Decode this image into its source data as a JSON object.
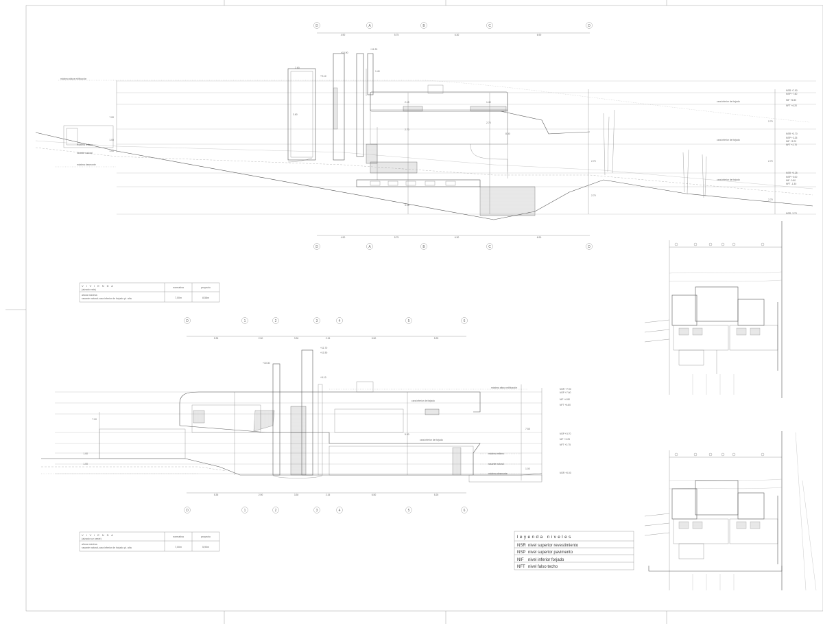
{
  "elevation1": {
    "top_axes": [
      "D",
      "A",
      "B",
      "C",
      "D"
    ],
    "top_dims": [
      "4.90",
      "5.75",
      "6.30",
      "6.90"
    ],
    "bottom_axes": [
      "D",
      "A",
      "B",
      "C",
      "D"
    ],
    "bottom_dims": [
      "4.90",
      "5.75",
      "6.30",
      "6.90"
    ],
    "label_max_height": "máxima altura edificación",
    "label_max_fill": "máxima relleno",
    "label_natural": "rasante natural",
    "label_max_cut": "máxima desmonte",
    "left_dims": [
      "7.00",
      "1.00",
      "1.00"
    ],
    "top_levels": [
      "+11.20",
      "+10.90",
      "+9.10"
    ],
    "vertical_dims": [
      "1.40",
      "2.60",
      "3.60",
      "2.15",
      "2.70",
      "1.40",
      "2.70",
      "3.15"
    ],
    "overall": "8.30",
    "slab_label": "cara inferior de forjado",
    "right_levels": [
      [
        "NSR +7.90",
        "NSP +7.60",
        "NIF +6.80",
        "NFT +6.20"
      ],
      [
        "NSR +3.70",
        "NSP +3.25",
        "NIF +3.20",
        "NFT +2.70"
      ],
      [
        "NSR +0.25",
        "NSP +0.00",
        "NIF -0.80",
        "NFT -1.30"
      ],
      [
        "NSR -3.70"
      ]
    ],
    "right_dims": [
      "2.70",
      "2.70",
      "2.70"
    ]
  },
  "table1": {
    "title": "V I V I E N D A",
    "subtitle": "(alzado este)",
    "col_norm": "normativa",
    "col_proj": "proyecto",
    "row_label_1": "altura máxima",
    "row_label_2": "rasante natural-cara inferior de forjado pl. alta",
    "val_norm": "7,00m",
    "val_proj": "8,58m"
  },
  "elevation2": {
    "top_axes": [
      "D",
      "1",
      "2",
      "3",
      "4",
      "5",
      "6"
    ],
    "top_dims": [
      "5.35",
      "2.90",
      "3.30",
      "2.15",
      "5.50",
      "5.25"
    ],
    "bottom_axes": [
      "D",
      "1",
      "2",
      "3",
      "4",
      "5",
      "6"
    ],
    "bottom_dims": [
      "5.35",
      "2.90",
      "3.30",
      "2.15",
      "6.50",
      "5.25"
    ],
    "top_levels": [
      "+11.70",
      "+11.50",
      "+10.30",
      "+9.10"
    ],
    "label_max_height": "máxima altura edificación",
    "label_max_fill": "máxima relleno",
    "label_natural": "rasante natural",
    "label_max_cut": "máxima desmonte",
    "slab_label": "cara inferior de forjado",
    "overall": "5.90",
    "left_dims": [
      "7.00",
      "1.00",
      "1.00"
    ],
    "side_dims": [
      "7.55",
      "1.00"
    ],
    "right_levels": [
      [
        "NSR +7.90",
        "NSP +7.60",
        "NIF +6.80",
        "NFT +6.80"
      ],
      [
        "NSP +3.70",
        "NIF +3.25",
        "NFT +2.75"
      ],
      [
        "NSR +0.00"
      ]
    ]
  },
  "table2": {
    "title": "V I V I E N D A",
    "subtitle": "(alzado sur oeste)",
    "col_norm": "normativa",
    "col_proj": "proyecto",
    "row_label_1": "altura máxima",
    "row_label_2": "rasante natural-cara inferior de forjado pl. alta",
    "val_norm": "7,00m",
    "val_proj": "5,90m"
  },
  "legend": {
    "title": "leyenda niveles",
    "items": [
      {
        "code": "NSR",
        "text": "nivel superior revestimiento"
      },
      {
        "code": "NSP",
        "text": "nivel superior pavimento"
      },
      {
        "code": "NIF",
        "text": "nivel inferior forjado"
      },
      {
        "code": "NFT",
        "text": "nivel falso techo"
      }
    ]
  }
}
